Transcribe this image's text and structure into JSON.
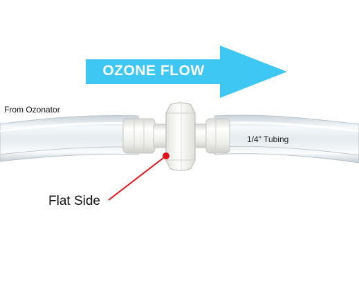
{
  "flow": {
    "label": "OZONE FLOW",
    "arrow_color": "#3fc7f4"
  },
  "labels": {
    "source": "From Ozonator",
    "tubing": "1/4\" Tubing",
    "flat_side": "Flat Side"
  },
  "colors": {
    "pointer": "#e0141b",
    "tubing": "#e9eef2",
    "fitting": "#f1f1ee"
  }
}
